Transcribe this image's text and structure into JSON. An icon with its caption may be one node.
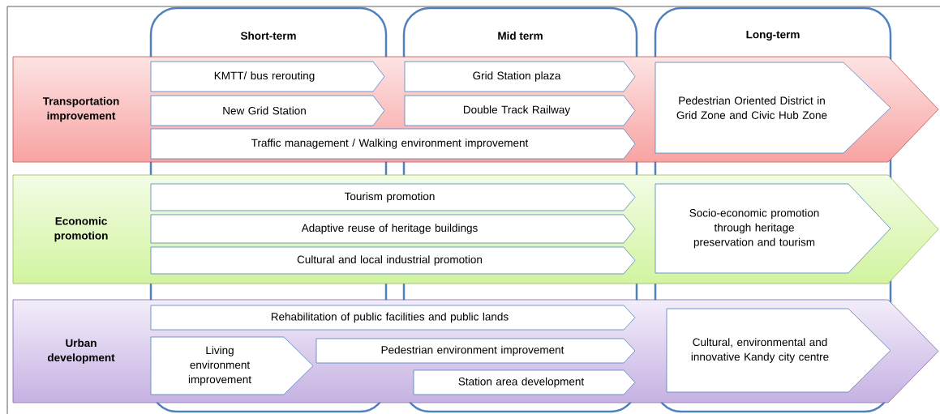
{
  "diagram": {
    "nodes": [
      {
        "text": [
          "Short-term"
        ]
      },
      {
        "text": [
          "Mid term"
        ]
      },
      {
        "text": [
          "Long-term"
        ]
      },
      {
        "text": [
          "Transportation improvement"
        ]
      },
      {
        "text": [
          "KMTT/ bus rerouting"
        ]
      },
      {
        "text": [
          "Grid Station plaza"
        ]
      },
      {
        "text": [
          "Pedestrian Oriented District in Grid Zone and Civic Hub Zone"
        ]
      },
      {
        "text": [
          "New Grid Station"
        ]
      },
      {
        "text": [
          "Double Track Railway"
        ]
      },
      {
        "text": [
          "Traffic management / Walking environment improvement"
        ],
        "in": 3
      },
      {
        "text": [
          "Economic promotion"
        ]
      },
      {
        "text": [
          "Tourism promotion"
        ],
        "in": 10
      },
      {
        "text": [
          "Socio-economic promotion through heritage preservation and tourism"
        ]
      },
      {
        "text": [
          "Adaptive reuse of heritage buildings"
        ],
        "in": 10
      },
      {
        "text": [
          "Cultural and local industrial promotion"
        ],
        "in": 10
      },
      {
        "text": [
          "Urban development"
        ]
      },
      {
        "text": [
          "Rehabilitation of public facilities and public lands"
        ],
        "in": 15
      },
      {
        "text": [
          "Cultural, environmental and innovative Kandy city centre"
        ]
      },
      {
        "text": [
          "Living environment improvement"
        ]
      },
      {
        "text": [
          "Pedestrian environment improvement"
        ],
        "in": 15
      },
      {
        "text": [
          "Station area development"
        ]
      }
    ]
  }
}
